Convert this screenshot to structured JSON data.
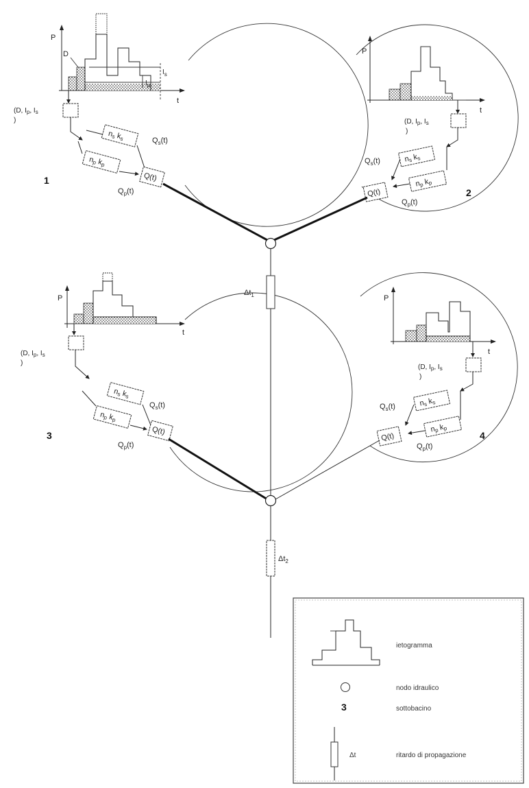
{
  "subbasins": [
    {
      "number": "1",
      "axis_p": "P",
      "axis_t": "t",
      "label_D": "D",
      "label_Is": "I",
      "label_Is_sub": "s",
      "label_Ip": "I",
      "label_Ip_sub": "p",
      "input_text": "(D, I",
      "input_p": "p",
      "input_sep": ", I",
      "input_s": "s",
      "input_close": ")",
      "box_s": "n",
      "box_s_sub": "s",
      "box_s_k": "k",
      "box_s_ksub": "s",
      "box_p": "n",
      "box_p_sub": "p",
      "box_p_k": "k",
      "box_p_ksub": "p",
      "q_s": "Q",
      "q_s_sub": "s",
      "q_s_t": "(t)",
      "q_p": "Q",
      "q_p_sub": "p",
      "q_p_t": "(t)",
      "q_out": "Q(t)"
    },
    {
      "number": "2",
      "axis_p": "P",
      "axis_t": "t",
      "input_text": "(D, I",
      "input_p": "p",
      "input_sep": ", I",
      "input_s": "s",
      "input_close": ")",
      "box_s": "n",
      "box_s_sub": "s",
      "box_s_k": "k",
      "box_s_ksub": "s",
      "box_p": "n",
      "box_p_sub": "p",
      "box_p_k": "k",
      "box_p_ksub": "p",
      "q_s": "Q",
      "q_s_sub": "s",
      "q_s_t": "(t)",
      "q_p": "Q",
      "q_p_sub": "p",
      "q_p_t": "(t)",
      "q_out": "Q(t)"
    },
    {
      "number": "3",
      "axis_p": "P",
      "axis_t": "t",
      "input_text": "(D, I",
      "input_p": "p",
      "input_sep": ", I",
      "input_s": "s",
      "input_close": ")",
      "box_s": "n",
      "box_s_sub": "s",
      "box_s_k": "k",
      "box_s_ksub": "s",
      "box_p": "n",
      "box_p_sub": "p",
      "box_p_k": "k",
      "box_p_ksub": "p",
      "q_s": "Q",
      "q_s_sub": "s",
      "q_s_t": "(t)",
      "q_p": "Q",
      "q_p_sub": "p",
      "q_p_t": "(t)",
      "q_out": "Q(t)"
    },
    {
      "number": "4",
      "axis_p": "P",
      "axis_t": "t",
      "input_text": "(D, I",
      "input_p": "p",
      "input_sep": ", I",
      "input_s": "s",
      "input_close": ")",
      "box_s": "n",
      "box_s_sub": "s",
      "box_s_k": "k",
      "box_s_ksub": "s",
      "box_p": "n",
      "box_p_sub": "p",
      "box_p_k": "k",
      "box_p_ksub": "p",
      "q_s": "Q",
      "q_s_sub": "s",
      "q_s_t": "(t)",
      "q_p": "Q",
      "q_p_sub": "p",
      "q_p_t": "(t)",
      "q_out": "Q(t)"
    }
  ],
  "delays": {
    "dt1": "Δt",
    "dt1_sub": "1",
    "dt2": "Δt",
    "dt2_sub": "2"
  },
  "legend": {
    "hyetograph": "ietogramma",
    "node": "nodo idraulico",
    "subbasin_symbol": "3",
    "subbasin": "sottobacino",
    "delay_symbol": "Δt",
    "delay": "ritardo di propagazione"
  }
}
